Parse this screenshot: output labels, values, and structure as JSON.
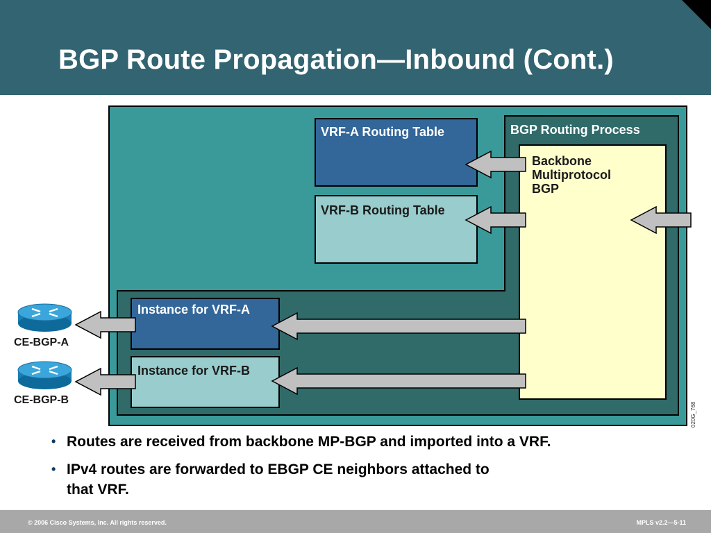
{
  "slide": {
    "title": "BGP Route Propagation—Inbound (Cont.)"
  },
  "diagram": {
    "vrf_a_table": "VRF-A Routing Table",
    "vrf_b_table": "VRF-B Routing Table",
    "bgp_process": "BGP Routing Process",
    "backbone_mp_bgp": [
      "Backbone",
      "Multiprotocol",
      "BGP"
    ],
    "instance_a": "Instance for VRF-A",
    "instance_b": "Instance for VRF-B",
    "ce_a": "CE-BGP-A",
    "ce_b": "CE-BGP-B",
    "figure_code": "020G_768"
  },
  "bullets": [
    "Routes are received from backbone MP-BGP and imported into a VRF.",
    "IPv4 routes are forwarded to EBGP CE neighbors attached to",
    "that VRF."
  ],
  "footer": {
    "copyright": "© 2006 Cisco Systems, Inc. All rights reserved.",
    "course": "MPLS v2.2—5-11"
  },
  "colors": {
    "header": "#326471",
    "teal": "#3a9a9a",
    "dark_teal": "#306b6a",
    "vrf_a": "#336699",
    "vrf_b": "#99cccc",
    "backbone": "#ffffcc",
    "arrow": "#c0c0c0"
  }
}
